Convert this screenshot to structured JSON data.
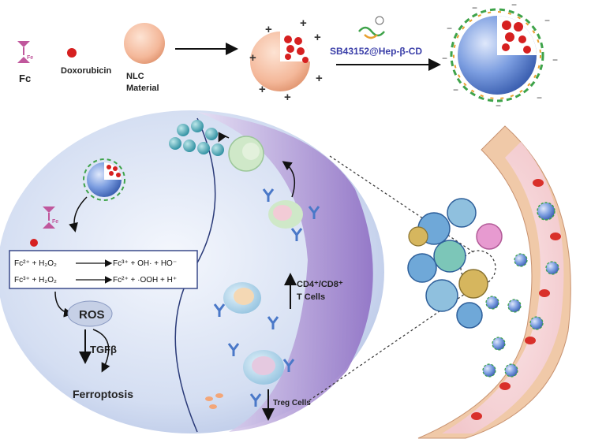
{
  "legend": {
    "fc": "Fc",
    "fe": "Fe",
    "doxorubicin": "Doxorubicin",
    "nlc_line1": "NLC",
    "nlc_line2": "Material"
  },
  "top": {
    "step_label": "SB43152@Hep-β-CD",
    "plus": "+",
    "minus": "−"
  },
  "reactions": {
    "r1_left": "Fc²⁺ + H₂O₂",
    "r1_right": "Fc³⁺ + OH· + HO⁻",
    "r2_left": "Fc³⁺ + H₂O₂",
    "r2_right": "Fc²⁺ + ·OOH + H⁺"
  },
  "pathway": {
    "ros": "ROS",
    "tgfb": "TGFβ",
    "ferroptosis": "Ferroptosis"
  },
  "immune": {
    "cd_line1": "CD4⁺/CD8⁺",
    "cd_line2": "T Cells",
    "treg": "Treg Cells"
  },
  "colors": {
    "nlc": "#f4b89a",
    "dox": "#d62020",
    "fc_pink": "#c0579c",
    "nanoparticle_blue": "#4a78c8",
    "big_circle": "#c9d5ee",
    "purple_band": "#a98fd0",
    "vessel": "#f0c9a8",
    "step_label": "#3a3ea8"
  }
}
